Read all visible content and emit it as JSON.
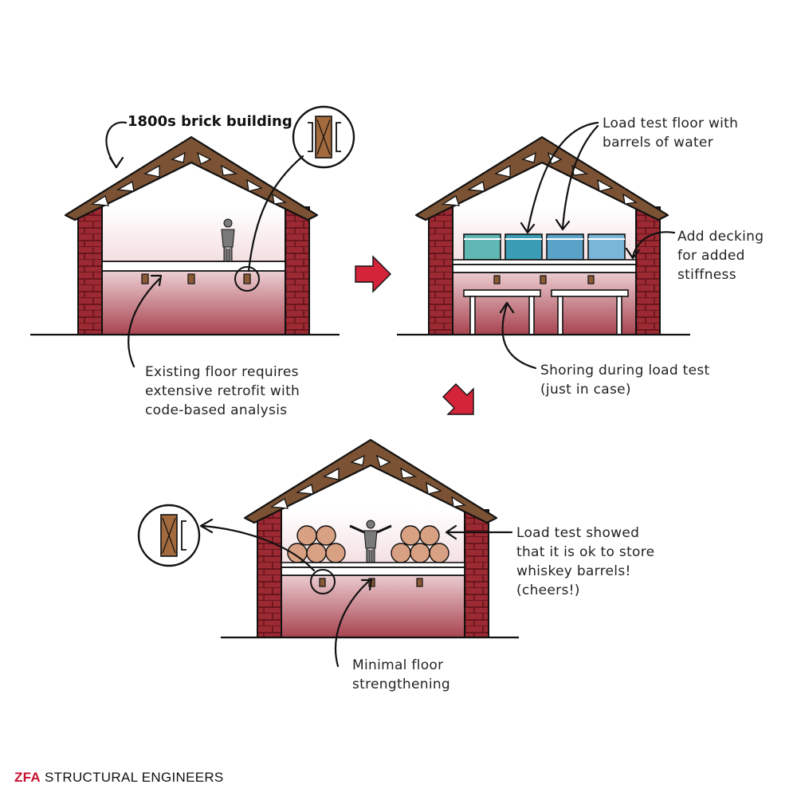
{
  "labels": {
    "brick_building": "1800s brick building",
    "existing_floor": [
      "Existing floor requires",
      "extensive retrofit with",
      "code-based analysis"
    ],
    "load_test": [
      "Load test floor with",
      "barrels of water"
    ],
    "decking": [
      "Add decking",
      "for added",
      "stiffness"
    ],
    "shoring": [
      "Shoring during load test",
      "(just in case)"
    ],
    "result": [
      "Load test showed",
      "that it is ok to store",
      "whiskey barrels!",
      "(cheers!)"
    ],
    "minimal": [
      "Minimal floor",
      "strengthening"
    ]
  },
  "footer": {
    "brand": "ZFA",
    "suffix": "STRUCTURAL ENGINEERS"
  },
  "colors": {
    "roof": "#7b5233",
    "brick": "#9b2a33",
    "gradient_bottom": "#a84450",
    "arrow": "#d3243a",
    "water": [
      "#5fb8b4",
      "#3a9db5",
      "#5aa2c8",
      "#7ab6d8"
    ],
    "barrel": "#d9a183"
  }
}
